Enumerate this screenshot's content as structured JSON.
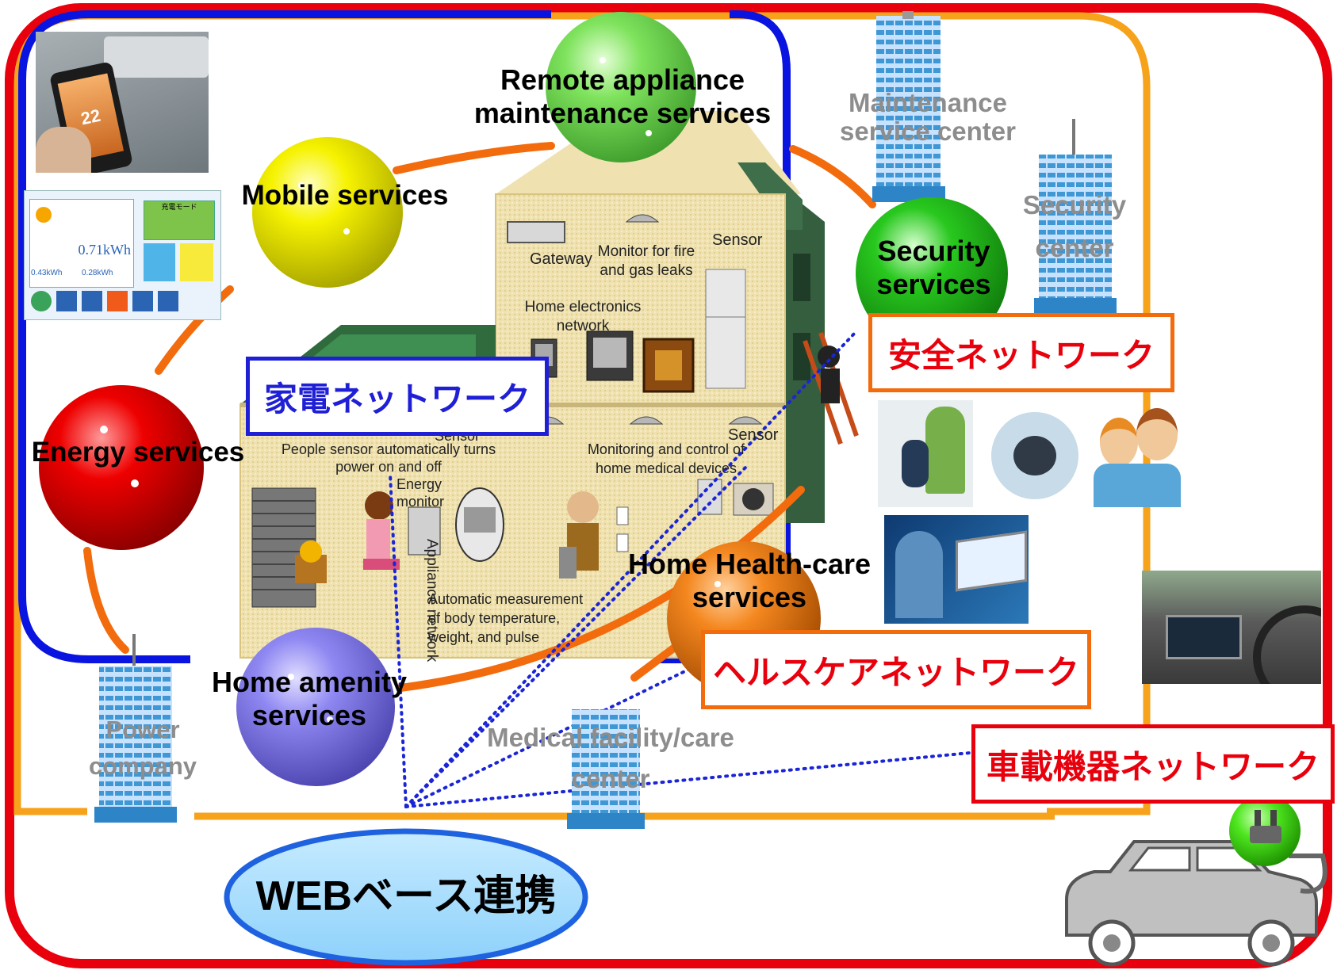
{
  "services": {
    "remote_appliance": "Remote appliance maintenance services",
    "mobile": "Mobile services",
    "security": "Security services",
    "energy": "Energy services",
    "home_healthcare": "Home Health-care services",
    "home_amenity": "Home amenity services"
  },
  "facilities": {
    "maintenance_center": "Maintenance service center",
    "security_center": "Security center",
    "power_company": "Power company",
    "medical_center": "Medical facility/care center"
  },
  "networks": {
    "appliance": "家電ネットワーク",
    "safety": "安全ネットワーク",
    "healthcare": "ヘルスケアネットワーク",
    "vehicle": "車載機器ネットワーク",
    "web": "WEBベース連携"
  },
  "house_labels": {
    "gateway": "Gateway",
    "sensor_top": "Sensor",
    "fire_gas": "Monitor for fire and gas leaks",
    "home_electronics": "Home electronics network",
    "sensor_mid": "Sensor",
    "sensor_right": "Sensor",
    "people_sensor": "People sensor automatically turns power on and off",
    "energy_monitor": "Energy monitor",
    "appliance_network": "Appliance network",
    "monitoring_medical": "Monitoring and control of home medical devices",
    "automatic_measurement": "Automatic measurement of body temperature, weight, and pulse"
  },
  "energy_panel": {
    "value_main": "0.71kWh",
    "value_a": "0.43kWh",
    "value_b": "0.28kWh",
    "mode": "充電モード"
  },
  "phone": {
    "temp": "22"
  },
  "colors": {
    "outer_frame": "#e8000c",
    "blue_frame": "#0a14e0",
    "orange_frame": "#f7a21b",
    "orange_link": "#f26b0d",
    "net_box_blue": "#1f1fd6",
    "net_box_red": "#e8000c"
  }
}
